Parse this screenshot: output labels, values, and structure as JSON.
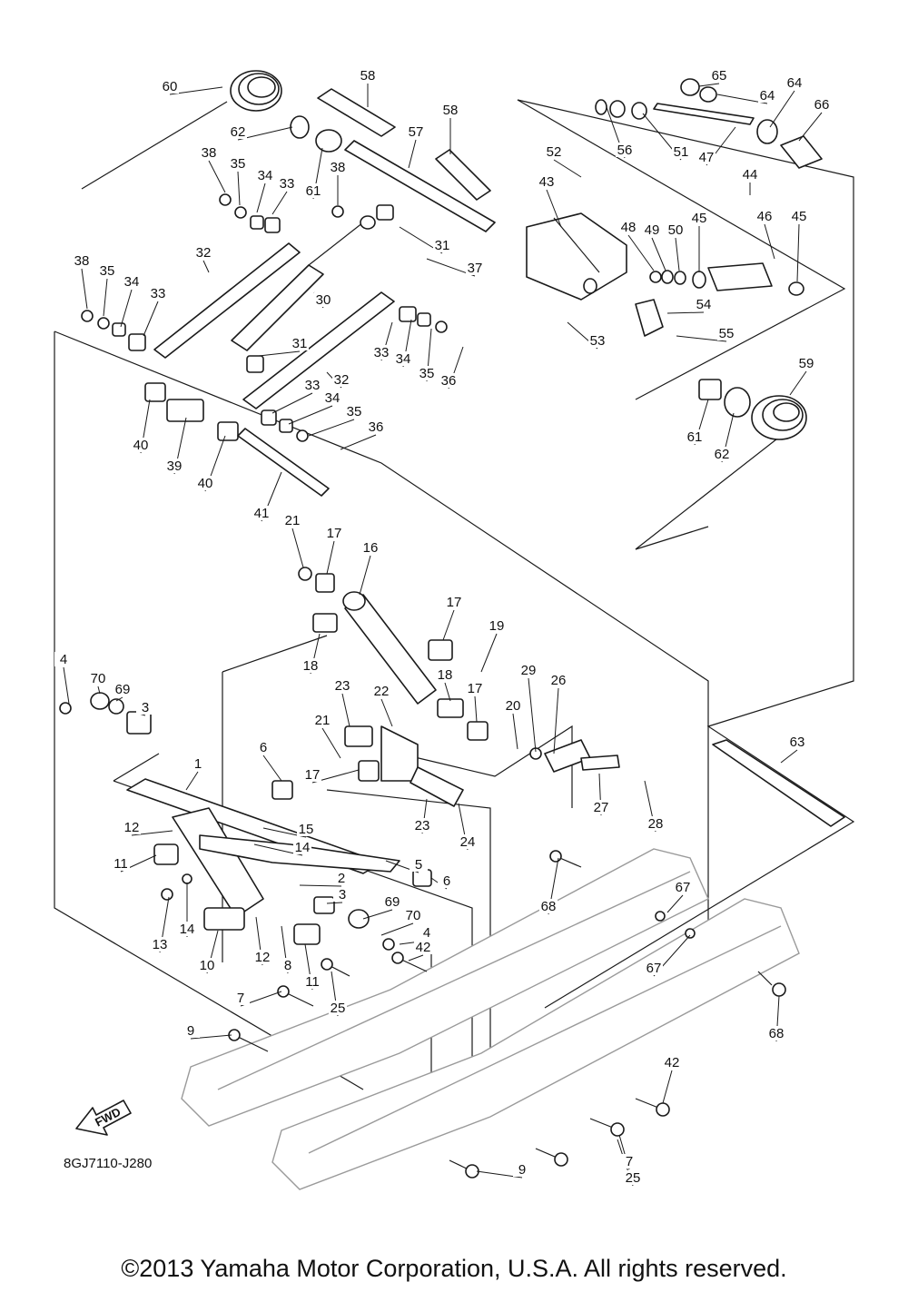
{
  "diagram": {
    "code": "8GJ7110-J280",
    "fwd_label": "FWD",
    "callouts": [
      "60",
      "58",
      "65",
      "64",
      "64",
      "66",
      "62",
      "58",
      "56",
      "51",
      "47",
      "57",
      "52",
      "38",
      "35",
      "34",
      "33",
      "61",
      "38",
      "43",
      "44",
      "48",
      "49",
      "50",
      "45",
      "46",
      "45",
      "31",
      "37",
      "32",
      "38",
      "35",
      "34",
      "33",
      "30",
      "54",
      "53",
      "55",
      "31",
      "33",
      "34",
      "35",
      "36",
      "32",
      "59",
      "33",
      "34",
      "35",
      "36",
      "61",
      "62",
      "40",
      "39",
      "40",
      "41",
      "21",
      "17",
      "16",
      "17",
      "19",
      "18",
      "4",
      "70",
      "69",
      "3",
      "23",
      "22",
      "18",
      "17",
      "29",
      "26",
      "20",
      "21",
      "17",
      "6",
      "1",
      "63",
      "23",
      "24",
      "27",
      "28",
      "12",
      "15",
      "14",
      "5",
      "6",
      "11",
      "2",
      "3",
      "69",
      "70",
      "4",
      "67",
      "68",
      "13",
      "14",
      "10",
      "12",
      "8",
      "11",
      "42",
      "67",
      "68",
      "7",
      "25",
      "9",
      "42",
      "7",
      "25",
      "9"
    ]
  },
  "copyright": "©2013 Yamaha Motor Corporation, U.S.A. All rights reserved."
}
